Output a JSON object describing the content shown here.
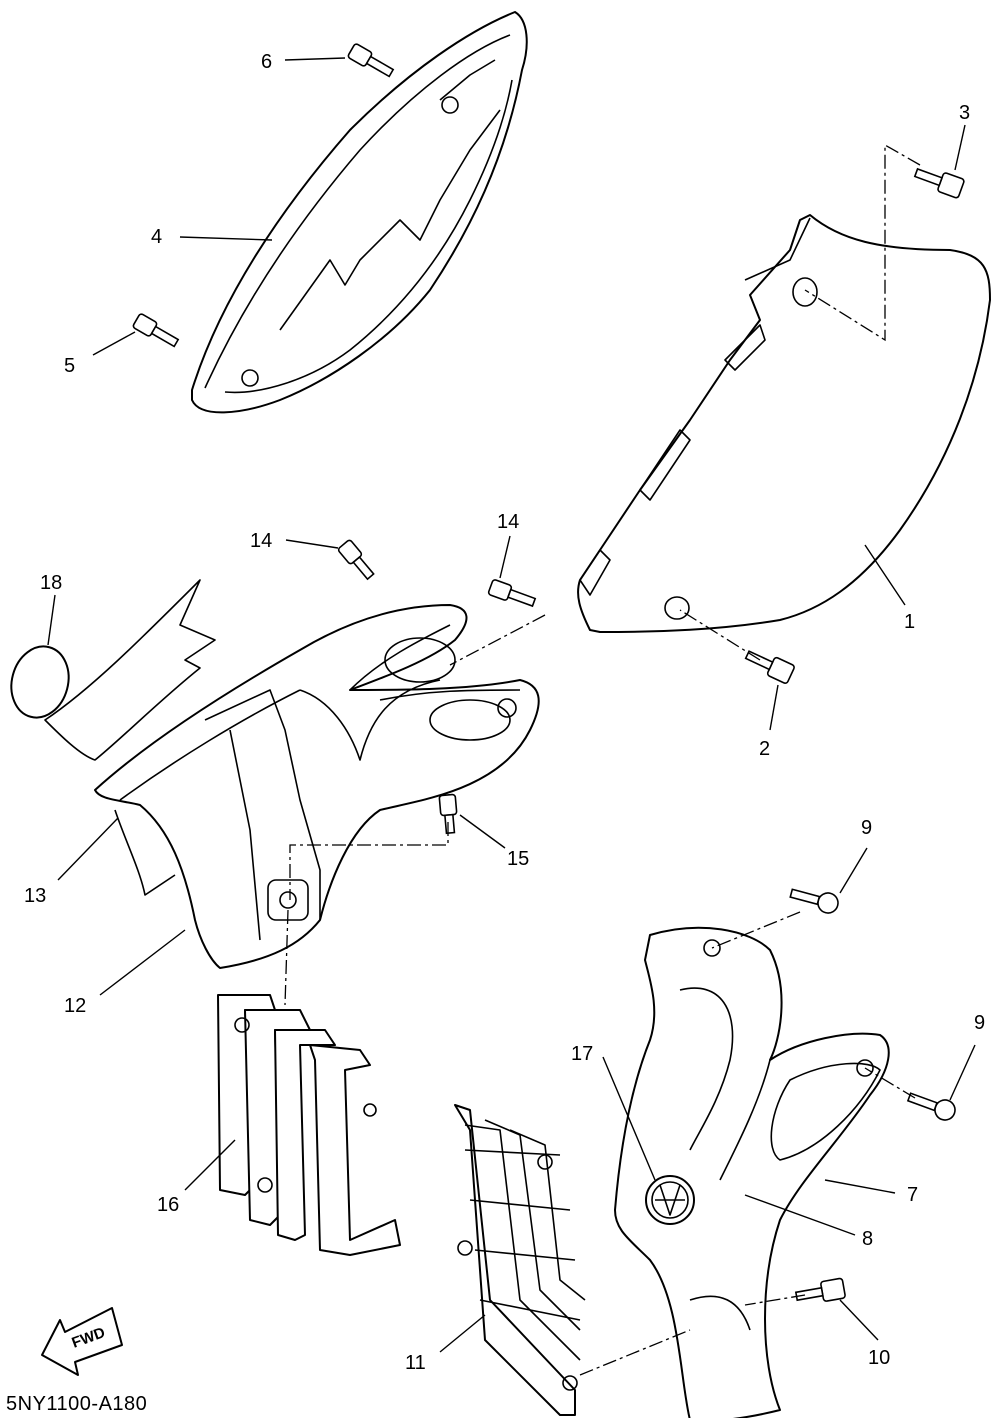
{
  "diagram_code": "5NY1100-A180",
  "fwd_label": "FWD",
  "callouts": [
    {
      "id": "1",
      "text": "1"
    },
    {
      "id": "2",
      "text": "2"
    },
    {
      "id": "3",
      "text": "3"
    },
    {
      "id": "4",
      "text": "4"
    },
    {
      "id": "5",
      "text": "5"
    },
    {
      "id": "6",
      "text": "6"
    },
    {
      "id": "7",
      "text": "7"
    },
    {
      "id": "8",
      "text": "8"
    },
    {
      "id": "9a",
      "text": "9"
    },
    {
      "id": "9b",
      "text": "9"
    },
    {
      "id": "10",
      "text": "10"
    },
    {
      "id": "11",
      "text": "11"
    },
    {
      "id": "12",
      "text": "12"
    },
    {
      "id": "13",
      "text": "13"
    },
    {
      "id": "14a",
      "text": "14"
    },
    {
      "id": "14b",
      "text": "14"
    },
    {
      "id": "15",
      "text": "15"
    },
    {
      "id": "16",
      "text": "16"
    },
    {
      "id": "17",
      "text": "17"
    },
    {
      "id": "18",
      "text": "18"
    }
  ]
}
